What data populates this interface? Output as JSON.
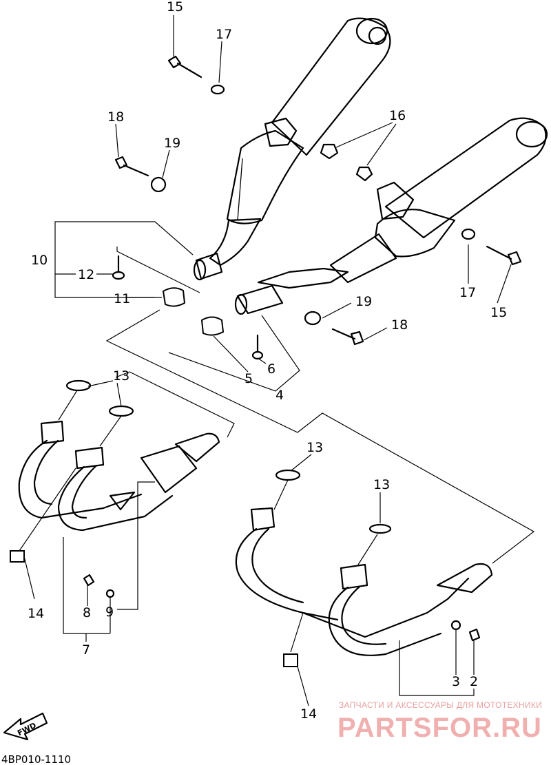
{
  "diagram": {
    "labels": {
      "p15_top": "15",
      "p17_top": "17",
      "p18_top": "18",
      "p19_top": "19",
      "p16": "16",
      "p10": "10",
      "p12": "12",
      "p11": "11",
      "p17_right": "17",
      "p15_right": "15",
      "p19_right": "19",
      "p18_right": "18",
      "p5": "5",
      "p6": "6",
      "p4": "4",
      "p13_left": "13",
      "p14_left": "14",
      "p8": "8",
      "p9": "9",
      "p7": "7",
      "p13_right_a": "13",
      "p13_right_b": "13",
      "p3": "3",
      "p2": "2",
      "p14_right": "14"
    },
    "fwd_label": "FWD",
    "diagram_code": "4BP010-1110"
  },
  "watermark": {
    "tagline": "ЗАПЧАСТИ И АКСЕССУАРЫ ДЛЯ МОТОТЕХНИКИ",
    "brand": "PARTSFOR.RU"
  }
}
